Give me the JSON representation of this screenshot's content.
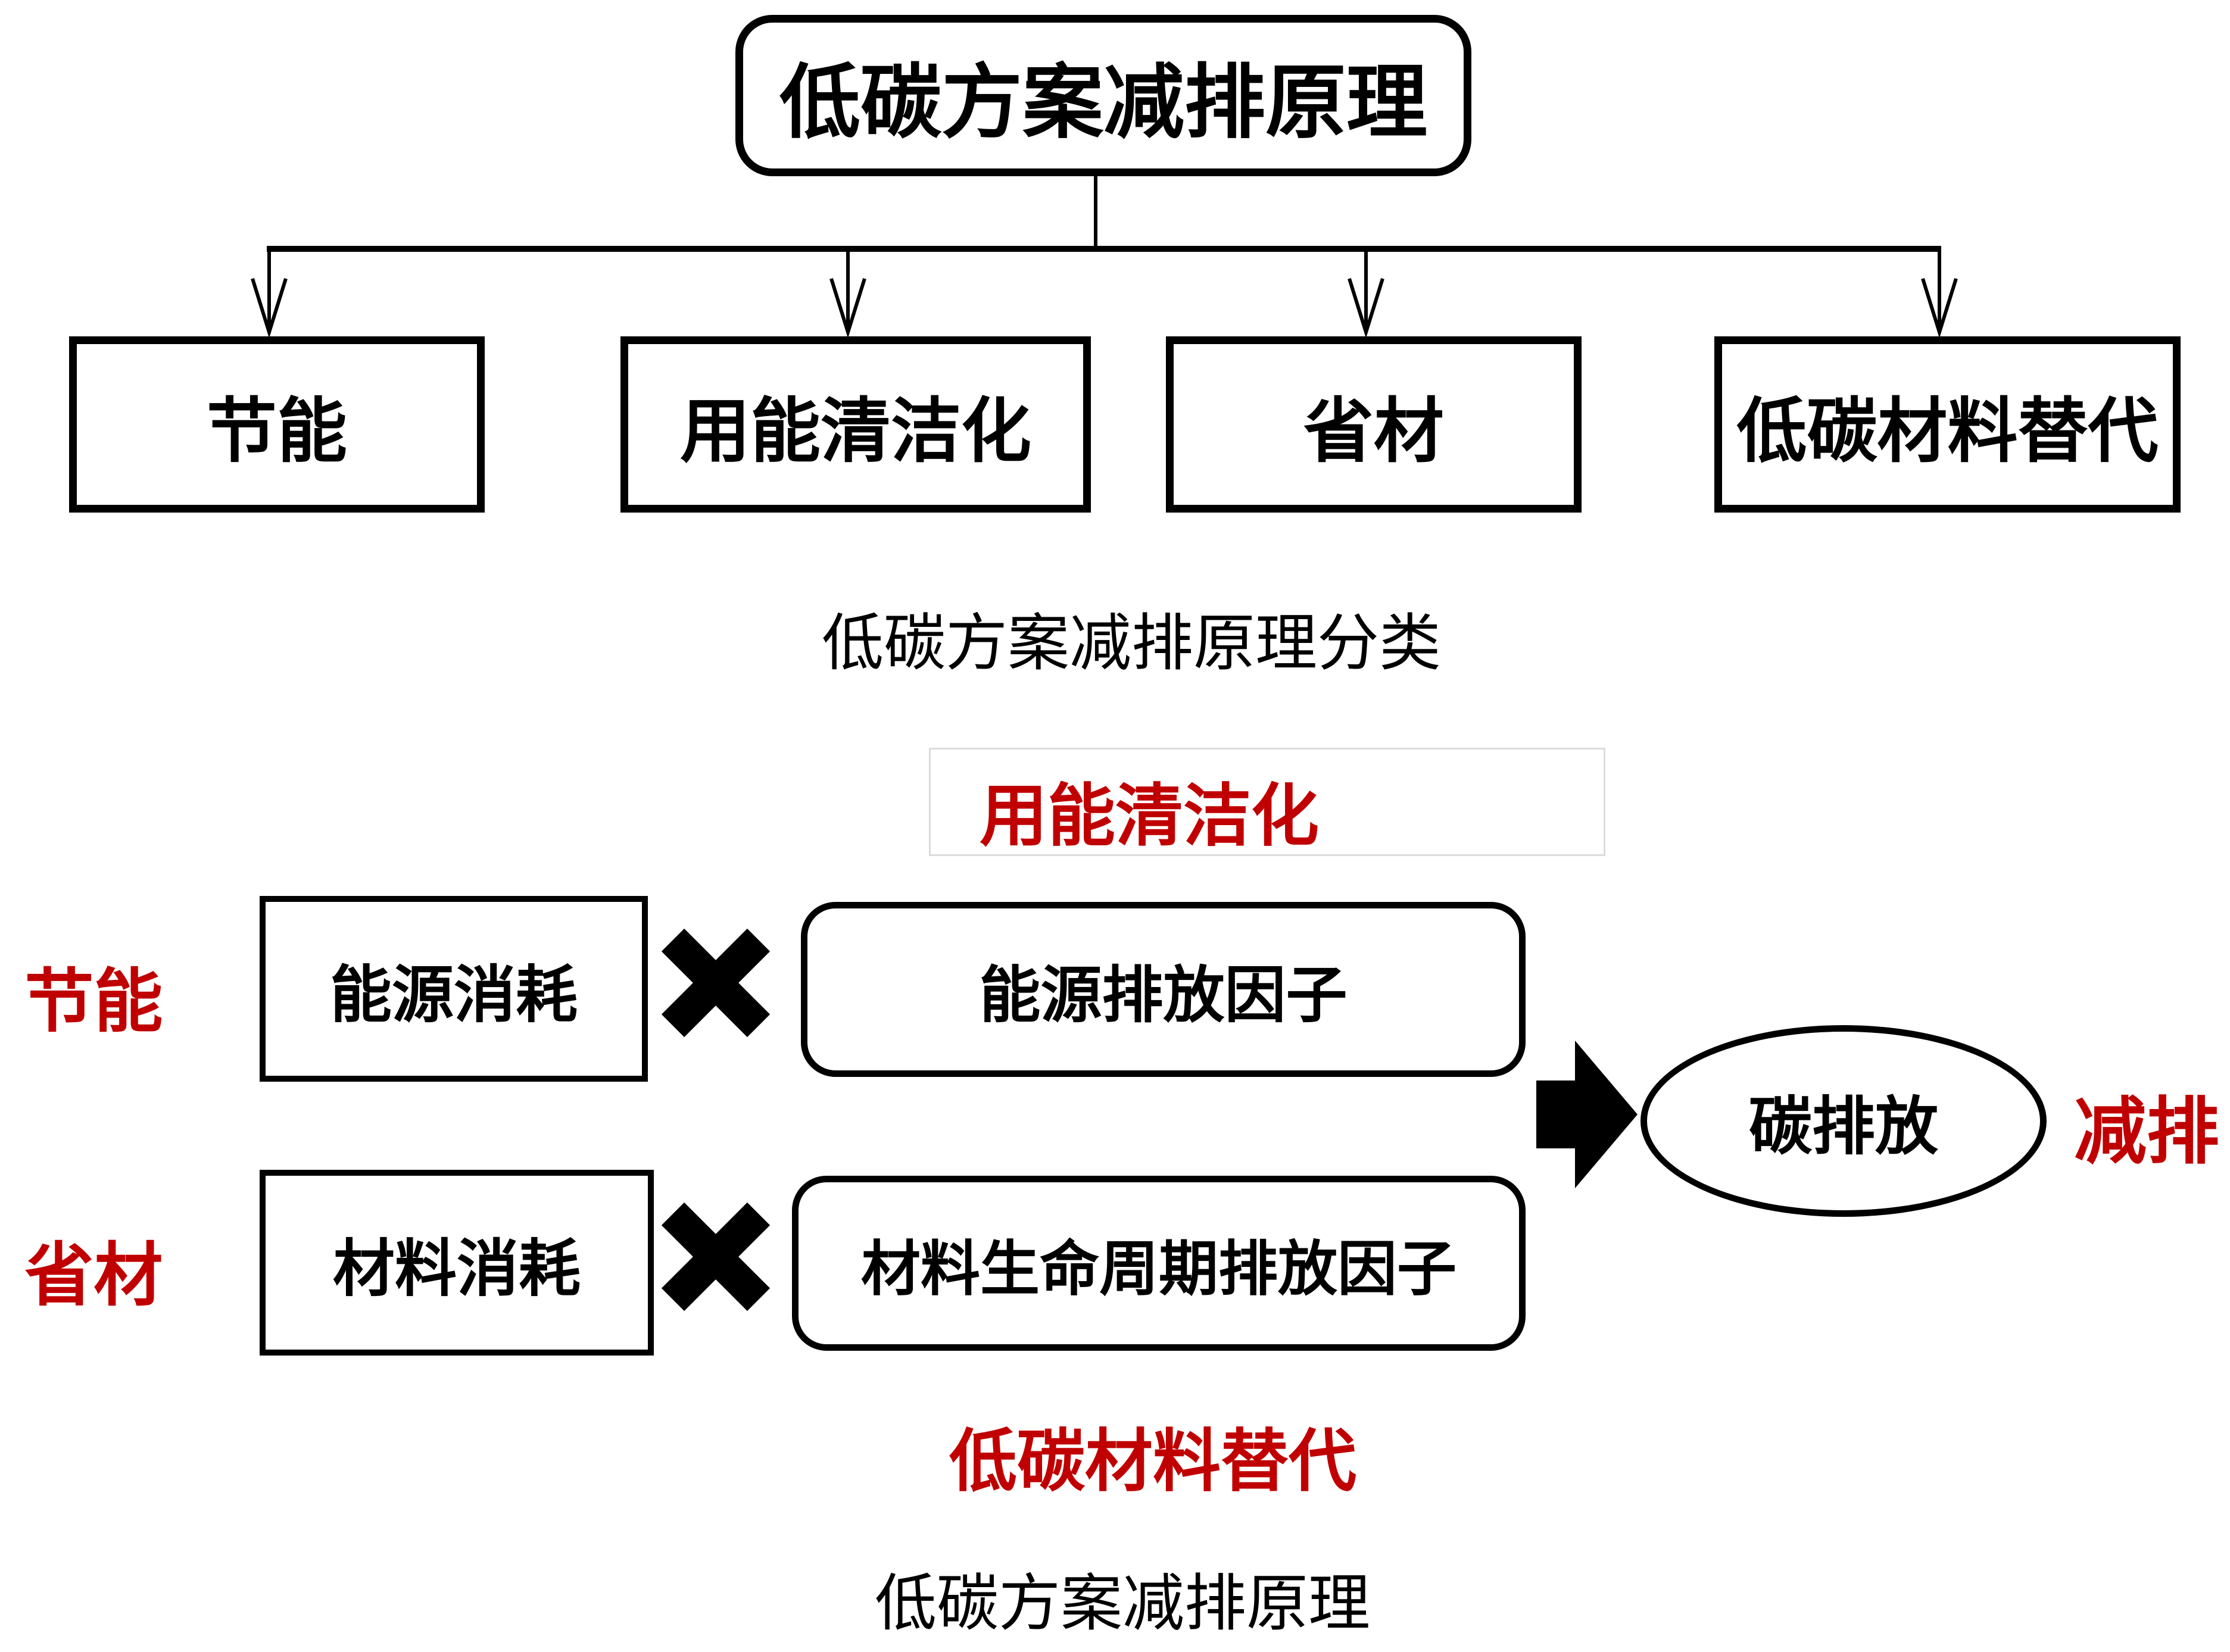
{
  "colors": {
    "red": "#c00000",
    "black": "#000000",
    "faint_box_border": "#dcdcdc"
  },
  "top_diagram": {
    "root_label": "低碳方案减排原理",
    "branches": [
      {
        "label": "节能"
      },
      {
        "label": "用能清洁化"
      },
      {
        "label": "省材"
      },
      {
        "label": "低碳材料替代"
      }
    ],
    "caption": "低碳方案减排原理分类"
  },
  "bottom_diagram": {
    "clean_energy_label": "用能清洁化",
    "rows": [
      {
        "side_label": "节能",
        "consumption": "能源消耗",
        "operator": "✖",
        "factor": "能源排放因子"
      },
      {
        "side_label": "省材",
        "consumption": "材料消耗",
        "operator": "✖",
        "factor": "材料生命周期排放因子"
      }
    ],
    "result": "碳排放",
    "reduction_label": "减排",
    "material_substitute_label": "低碳材料替代",
    "caption": "低碳方案减排原理"
  }
}
